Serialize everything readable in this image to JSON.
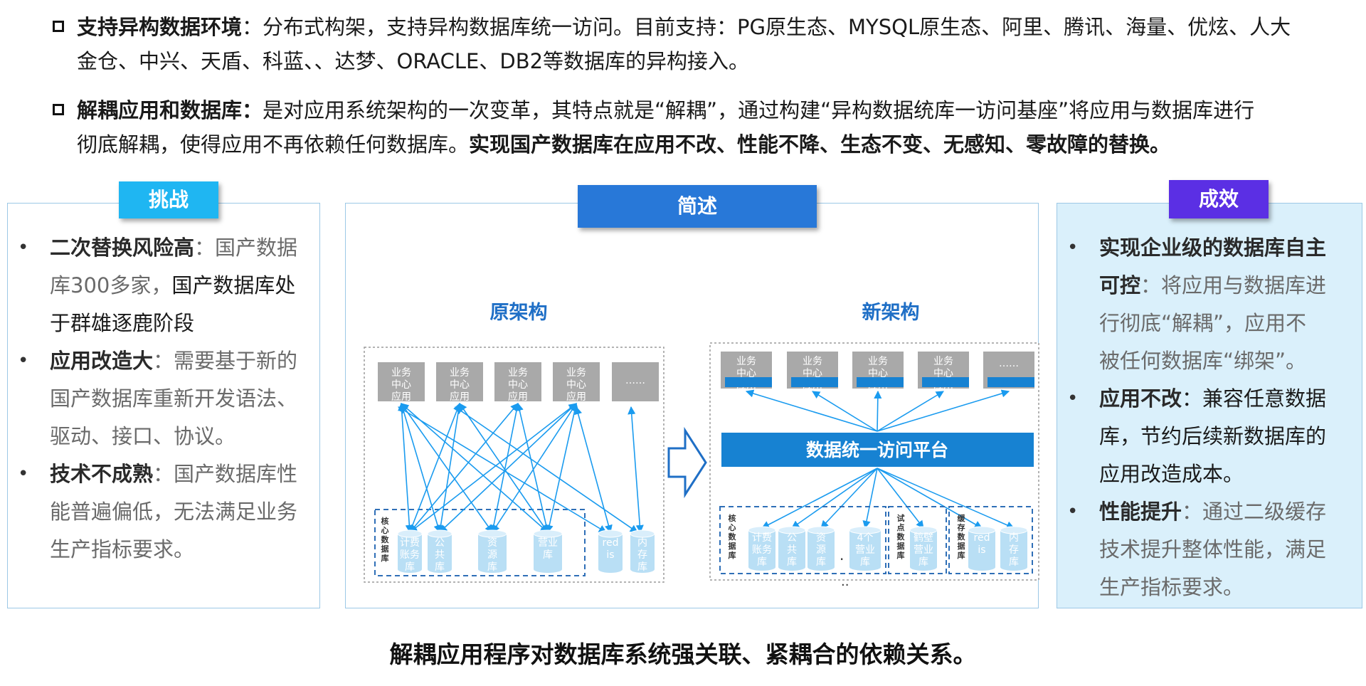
{
  "bullets": [
    {
      "bold": "支持异构数据环境",
      "line1": "：分布式构架，支持异构数据库统一访问。目前支持：PG原生态、MYSQL原生态、阿里、腾讯、海量、优炫、人大",
      "line2": "金仓、中兴、天盾、科蓝、、达梦、ORACLE、DB2等数据库的异构接入。"
    },
    {
      "bold": "解耦应用和数据库：",
      "line1": "是对应用系统架构的一次变革，其特点就是“解耦”，通过构建“异构数据统库一访问基座”将应用与数据库进行",
      "line2": "彻底解耦，使得应用不再依赖任何数据库。",
      "line2_bold": "实现国产数据库在应用不改、性能不降、生态不变、无感知、零故障的替换。"
    }
  ],
  "left_panel": {
    "tag": "挑战",
    "items": [
      {
        "lines": [
          [
            {
              "t": "二次替换风险高",
              "s": "bold"
            },
            {
              "t": "：国产数据",
              "s": "gray"
            }
          ],
          [
            {
              "t": "库300多家，",
              "s": "gray"
            },
            {
              "t": "国产数据库处",
              "s": "dark"
            }
          ],
          [
            {
              "t": "于群雄逐鹿阶段",
              "s": "dark"
            }
          ]
        ]
      },
      {
        "lines": [
          [
            {
              "t": "应用改造大",
              "s": "bold"
            },
            {
              "t": "：需要基于新的",
              "s": "gray"
            }
          ],
          [
            {
              "t": "国产数据库重新开发语法、",
              "s": "gray"
            }
          ],
          [
            {
              "t": "驱动、接口、协议。",
              "s": "gray"
            }
          ]
        ]
      },
      {
        "lines": [
          [
            {
              "t": "技术不成熟",
              "s": "bold"
            },
            {
              "t": "：国产数据库性",
              "s": "gray"
            }
          ],
          [
            {
              "t": "能普遍偏低，无法满足业务",
              "s": "gray"
            }
          ],
          [
            {
              "t": "生产指标要求。",
              "s": "gray"
            }
          ]
        ]
      }
    ]
  },
  "mid_panel": {
    "tag": "简述",
    "old_title": "原架构",
    "new_title": "新架构",
    "old_apps": [
      "业务\n中心\n应用",
      "业务\n中心\n应用",
      "业务\n中心\n应用",
      "业务\n中心\n应用",
      "……"
    ],
    "old_group_label": "核心数据库",
    "old_dbs": [
      "计费\n账务\n库",
      "公\n共\n库",
      "资\n源\n库",
      "营业\n库",
      "red\nis",
      "内\n存\n库"
    ],
    "new_apps": [
      "业务\n中心\n应用",
      "业务\n中心\n应用",
      "业务\n中心\n应用",
      "业务\n中心\n应用",
      "……"
    ],
    "new_app_driver": "驱动",
    "platform": "数据统一访问平台",
    "new_groups": [
      {
        "label": "核心数据库",
        "dbs": [
          "计费\n账务\n库",
          "公\n共\n库",
          "资\n源\n库",
          "4个\n营业\n库"
        ]
      },
      {
        "label": "试点数据库",
        "dbs": [
          "鹤壁\n营业\n库"
        ]
      },
      {
        "label": "缓存数据库",
        "dbs": [
          "red\nis",
          "内\n存\n库"
        ]
      }
    ]
  },
  "right_panel": {
    "tag": "成效",
    "items": [
      {
        "lines": [
          [
            {
              "t": "实现企业级的数据库自主",
              "s": "bold"
            }
          ],
          [
            {
              "t": "可控",
              "s": "bold"
            },
            {
              "t": "：将应用与数据库进",
              "s": "gray"
            }
          ],
          [
            {
              "t": "行彻底“解耦”，应用不",
              "s": "gray"
            }
          ],
          [
            {
              "t": "被任何数据库“绑架”。",
              "s": "gray"
            }
          ]
        ]
      },
      {
        "lines": [
          [
            {
              "t": "应用不改",
              "s": "bold"
            },
            {
              "t": "：兼容任意数据",
              "s": "dark"
            }
          ],
          [
            {
              "t": "库，节约后续新数据库的",
              "s": "dark"
            }
          ],
          [
            {
              "t": "应用改造成本。",
              "s": "dark"
            }
          ]
        ]
      },
      {
        "lines": [
          [
            {
              "t": "性能提升",
              "s": "bold"
            },
            {
              "t": "：通过二级缓存",
              "s": "gray"
            }
          ],
          [
            {
              "t": "技术提升整体性能，满足",
              "s": "gray"
            }
          ],
          [
            {
              "t": "生产指标要求。",
              "s": "gray"
            }
          ]
        ]
      }
    ]
  },
  "bottom_text": "解耦应用程序对数据库系统强关联、紧耦合的依赖关系。",
  "colors": {
    "arrow_blue": "#1a9bef",
    "platform_blue": "#1782d2",
    "box_gray": "#a9a9a9",
    "db_blue": "#b9dff5",
    "dashed_blue": "#2f6fb7"
  }
}
